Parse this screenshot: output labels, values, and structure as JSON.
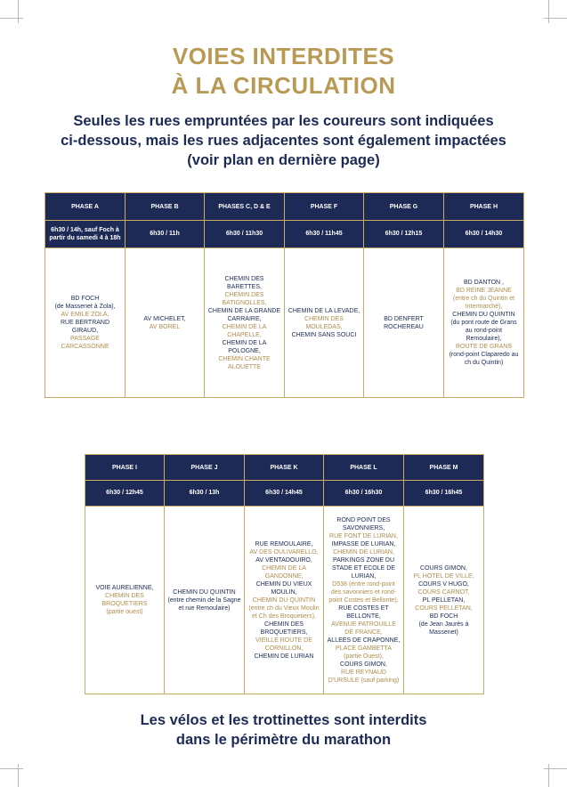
{
  "title_lines": [
    "VOIES INTERDITES",
    "À LA CIRCULATION"
  ],
  "subtitle_lines": [
    "Seules les rues empruntées par les coureurs sont indiquées",
    "ci-dessous, mais les rues adjacentes sont également impactées",
    "(voir plan en dernière page)"
  ],
  "table1": {
    "headers": [
      "PHASE A",
      "PHASE B",
      "PHASES C, D & E",
      "PHASE F",
      "PHASE G",
      "PHASE H"
    ],
    "times": [
      "6h30 / 14h, sauf Foch à partir du samedi 4 à 18h",
      "6h30 / 11h",
      "6h30 / 11h30",
      "6h30 / 11h45",
      "6h30 / 12h15",
      "6h30 / 14h30"
    ],
    "streets": [
      [
        {
          "t": "BD FOCH",
          "c": "n"
        },
        {
          "t": "(de Massenet à Zola),",
          "c": "n"
        },
        {
          "t": "AV EMILE ZOLA,",
          "c": "g"
        },
        {
          "t": "RUE BERTRAND GIRAUD,",
          "c": "n"
        },
        {
          "t": "PASSAGE CARCASSONNE",
          "c": "g"
        }
      ],
      [
        {
          "t": "AV MICHELET,",
          "c": "n"
        },
        {
          "t": "AV BOREL",
          "c": "g"
        }
      ],
      [
        {
          "t": "CHEMIN DES BARETTES,",
          "c": "n"
        },
        {
          "t": "CHEMIN DES BATIGNOLLES,",
          "c": "g"
        },
        {
          "t": "CHEMIN DE LA GRANDE CARRAIRE,",
          "c": "n"
        },
        {
          "t": "CHEMIN DE LA CHAPELLE,",
          "c": "g"
        },
        {
          "t": "CHEMIN DE LA POLOGNE,",
          "c": "n"
        },
        {
          "t": "CHEMIN CHANTE ALOUETTE",
          "c": "g"
        }
      ],
      [
        {
          "t": "CHEMIN DE LA LEVADE,",
          "c": "n"
        },
        {
          "t": "CHEMIN DES MOULEDAS,",
          "c": "g"
        },
        {
          "t": "CHEMIN SANS SOUCI",
          "c": "n"
        }
      ],
      [
        {
          "t": "BD DENFERT ROCHEREAU",
          "c": "n"
        }
      ],
      [
        {
          "t": "BD DANTON ,",
          "c": "n"
        },
        {
          "t": "BD REINE JEANNE",
          "c": "g"
        },
        {
          "t": "(entre ch du Quintin et Intermarché),",
          "c": "g"
        },
        {
          "t": "CHEMIN DU QUINTIN",
          "c": "n"
        },
        {
          "t": "(du pont route de Grans au rond-point Remoulaire),",
          "c": "n"
        },
        {
          "t": "ROUTE DE GRANS",
          "c": "g"
        },
        {
          "t": "(rond-point Claparedo au ch du Quintin)",
          "c": "n"
        }
      ]
    ]
  },
  "table2": {
    "headers": [
      "PHASE I",
      "PHASE J",
      "PHASE K",
      "PHASE L",
      "PHASE M"
    ],
    "times": [
      "6h30 / 12h45",
      "6h30 / 13h",
      "6h30 / 14h45",
      "6h30 / 16h30",
      "6h30 / 16h45"
    ],
    "streets": [
      [
        {
          "t": "VOIE AURELIENNE,",
          "c": "n"
        },
        {
          "t": "CHEMIN DES BROQUETIERS",
          "c": "g"
        },
        {
          "t": "(partie ouest)",
          "c": "g"
        }
      ],
      [
        {
          "t": "CHEMIN DU QUINTIN",
          "c": "n"
        },
        {
          "t": "(entre chemin de la Sagne et rue Remoulaire)",
          "c": "n"
        }
      ],
      [
        {
          "t": "RUE REMOULAIRE,",
          "c": "n"
        },
        {
          "t": "AV DES OULIVARELLO,",
          "c": "g"
        },
        {
          "t": "AV VENTADOUIRO,",
          "c": "n"
        },
        {
          "t": "CHEMIN DE LA GANDONNE,",
          "c": "g"
        },
        {
          "t": "CHEMIN DU VIEUX MOULIN,",
          "c": "n"
        },
        {
          "t": "CHEMIN DU QUINTIN",
          "c": "g"
        },
        {
          "t": "(entre ch du Vieux Moulin et Ch des Broquetiers),",
          "c": "g"
        },
        {
          "t": "CHEMIN DES BROQUETIERS,",
          "c": "n"
        },
        {
          "t": "VIEILLE ROUTE DE CORNILLON,",
          "c": "g"
        },
        {
          "t": "CHEMIN DE LURIAN",
          "c": "n"
        }
      ],
      [
        {
          "t": "ROND POINT DES SAVONNIERS,",
          "c": "n"
        },
        {
          "t": "RUE FONT DE LURIAN,",
          "c": "g"
        },
        {
          "t": "IMPASSE DE LURIAN,",
          "c": "n"
        },
        {
          "t": "CHEMIN DE LURIAN,",
          "c": "g"
        },
        {
          "t": "PARKINGS ZONE DU STADE ET ECOLE DE LURIAN,",
          "c": "n"
        },
        {
          "t": "D538 (entre rond-point des savonniers et rond-point Costes et Bellonte),",
          "c": "g"
        },
        {
          "t": "RUE COSTES ET BELLONTE,",
          "c": "n"
        },
        {
          "t": "AVENUE PATROUILLE DE FRANCE,",
          "c": "g"
        },
        {
          "t": "ALLEES DE CRAPONNE,",
          "c": "n"
        },
        {
          "t": "PLACE GAMBETTA",
          "c": "g"
        },
        {
          "t": "(partie Ouest),",
          "c": "g"
        },
        {
          "t": "COURS GIMON,",
          "c": "n"
        },
        {
          "t": "RUE REYNAUD D'URSULE (sauf parking)",
          "c": "g"
        }
      ],
      [
        {
          "t": "COURS GIMON,",
          "c": "n"
        },
        {
          "t": "PL HOTEL DE VILLE,",
          "c": "g"
        },
        {
          "t": "COURS V HUGO,",
          "c": "n"
        },
        {
          "t": "COURS CARNOT,",
          "c": "g"
        },
        {
          "t": "PL PELLETAN,",
          "c": "n"
        },
        {
          "t": "COURS PELLETAN,",
          "c": "g"
        },
        {
          "t": "BD FOCH",
          "c": "n"
        },
        {
          "t": "(de Jean Jaurès à Massenet)",
          "c": "n"
        }
      ]
    ]
  },
  "footer_lines": [
    "Les vélos et les trottinettes sont interdits",
    "dans le périmètre du marathon"
  ],
  "colors": {
    "navy": "#1c2a55",
    "gold": "#b89a55",
    "border": "#c9a964"
  }
}
